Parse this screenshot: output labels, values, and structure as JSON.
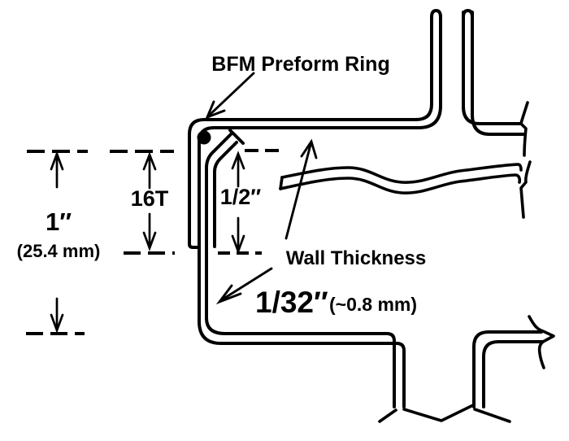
{
  "diagram": {
    "type": "technical-cross-section",
    "labels": {
      "bfm_ring": "BFM Preform Ring",
      "wall_thickness": "Wall Thickness",
      "wall_thickness_value": "1/32″",
      "wall_thickness_metric": "(~0.8 mm)",
      "dim_overall": "1″",
      "dim_overall_metric": "(25.4 mm)",
      "dim_tail": "16T",
      "dim_half": "1/2″"
    },
    "colors": {
      "line": "#000000",
      "text": "#000000",
      "background": "#ffffff",
      "preform_ring_fill": "#000000"
    }
  }
}
